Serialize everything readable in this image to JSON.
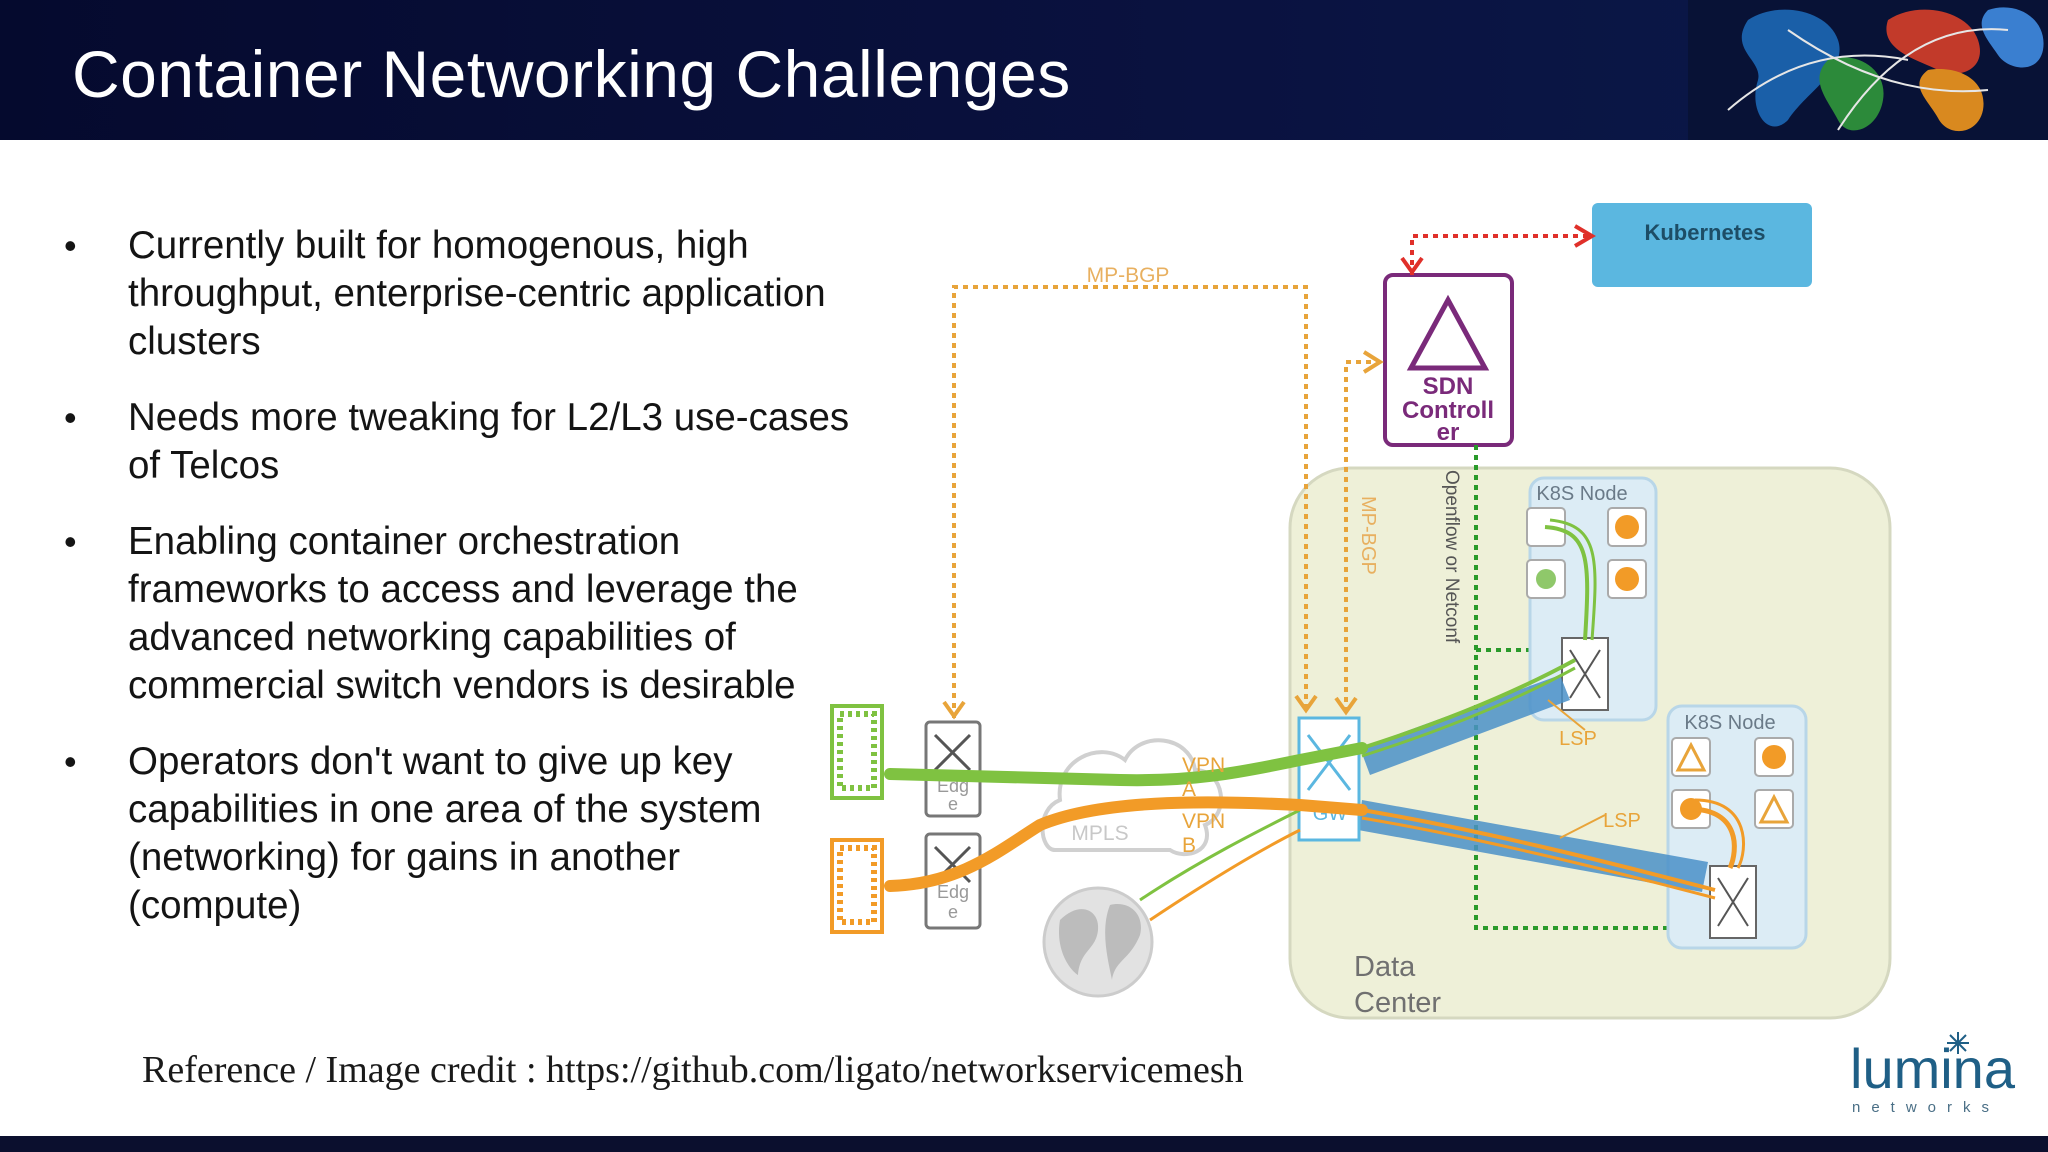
{
  "slide": {
    "title": "Container Networking Challenges",
    "bullets": [
      "Currently built for homogenous, high throughput, enterprise-centric application clusters",
      "Needs more tweaking for L2/L3 use-cases of Telcos",
      "Enabling container orchestration frameworks to access and leverage the advanced networking capabilities of commercial switch vendors is desirable",
      "Operators don't want to give up key capabilities in one area of the system (networking) for gains in another (compute)"
    ],
    "bullet_glyph": "•",
    "reference": "Reference / Image credit : https://github.com/ligato/networkservicemesh"
  },
  "diagram": {
    "kubernetes": "Kubernetes",
    "sdn_line1": "SDN",
    "sdn_line2": "Controll",
    "sdn_line3": "er",
    "mp_bgp_top": "MP-BGP",
    "mp_bgp_side": "MP-BGP",
    "openflow": "Openflow or Netconf",
    "k8s_node_1": "K8S Node",
    "k8s_node_2": "K8S Node",
    "lsp_1": "LSP",
    "lsp_2": "LSP",
    "vpn_a_line1": "VPN",
    "vpn_a_line2": "A",
    "vpn_b_line1": "VPN",
    "vpn_b_line2": "B",
    "mpls": "MPLS",
    "edge_top_line1": "Edg",
    "edge_top_line2": "e",
    "edge_bottom_line1": "Edg",
    "edge_bottom_line2": "e",
    "gw": "GW",
    "data_center_line1": "Data",
    "data_center_line2": "Center"
  },
  "logo": {
    "name": "lumina",
    "tagline": "networks"
  },
  "colors": {
    "header_bg": "#0a1240",
    "green": "#7fc241",
    "orange": "#f29b27",
    "purple": "#7a2a7a",
    "kubernetes_blue": "#5bb7e0",
    "data_center_bg": "#eef0d8",
    "red_dotted": "#e0302a",
    "logo_blue": "#1f5f86"
  }
}
